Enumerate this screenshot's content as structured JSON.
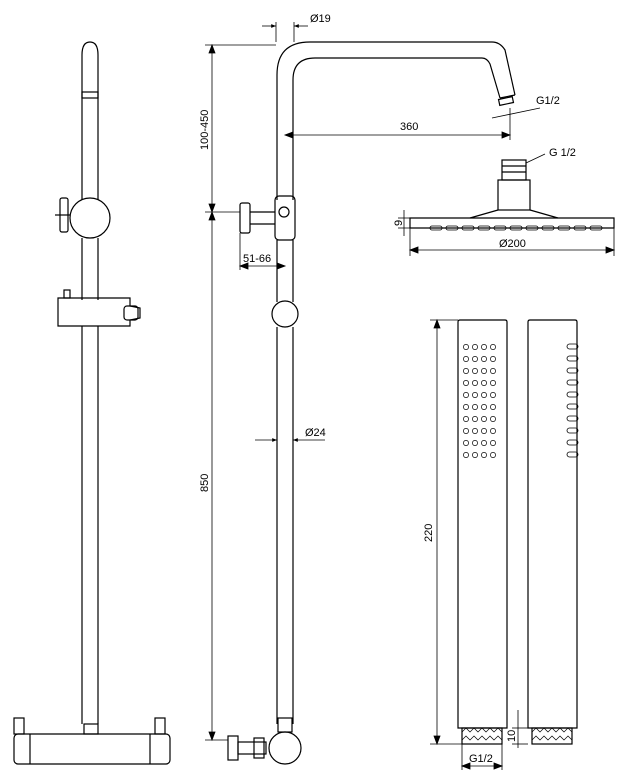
{
  "dimensions": {
    "pipe_diameter": "Ø19",
    "arm_length": "360",
    "arm_outlet_thread": "G1/2",
    "height_adjust": "100-450",
    "connector_offset": "51-66",
    "rail_diameter": "Ø24",
    "rail_height": "850",
    "head_inlet_thread": "G 1/2",
    "head_thickness": "9",
    "head_diameter": "Ø200",
    "handshower_length": "220",
    "handshower_thread_length": "10",
    "handshower_thread": "G1/2"
  },
  "colors": {
    "line": "#000000",
    "background": "#ffffff"
  }
}
